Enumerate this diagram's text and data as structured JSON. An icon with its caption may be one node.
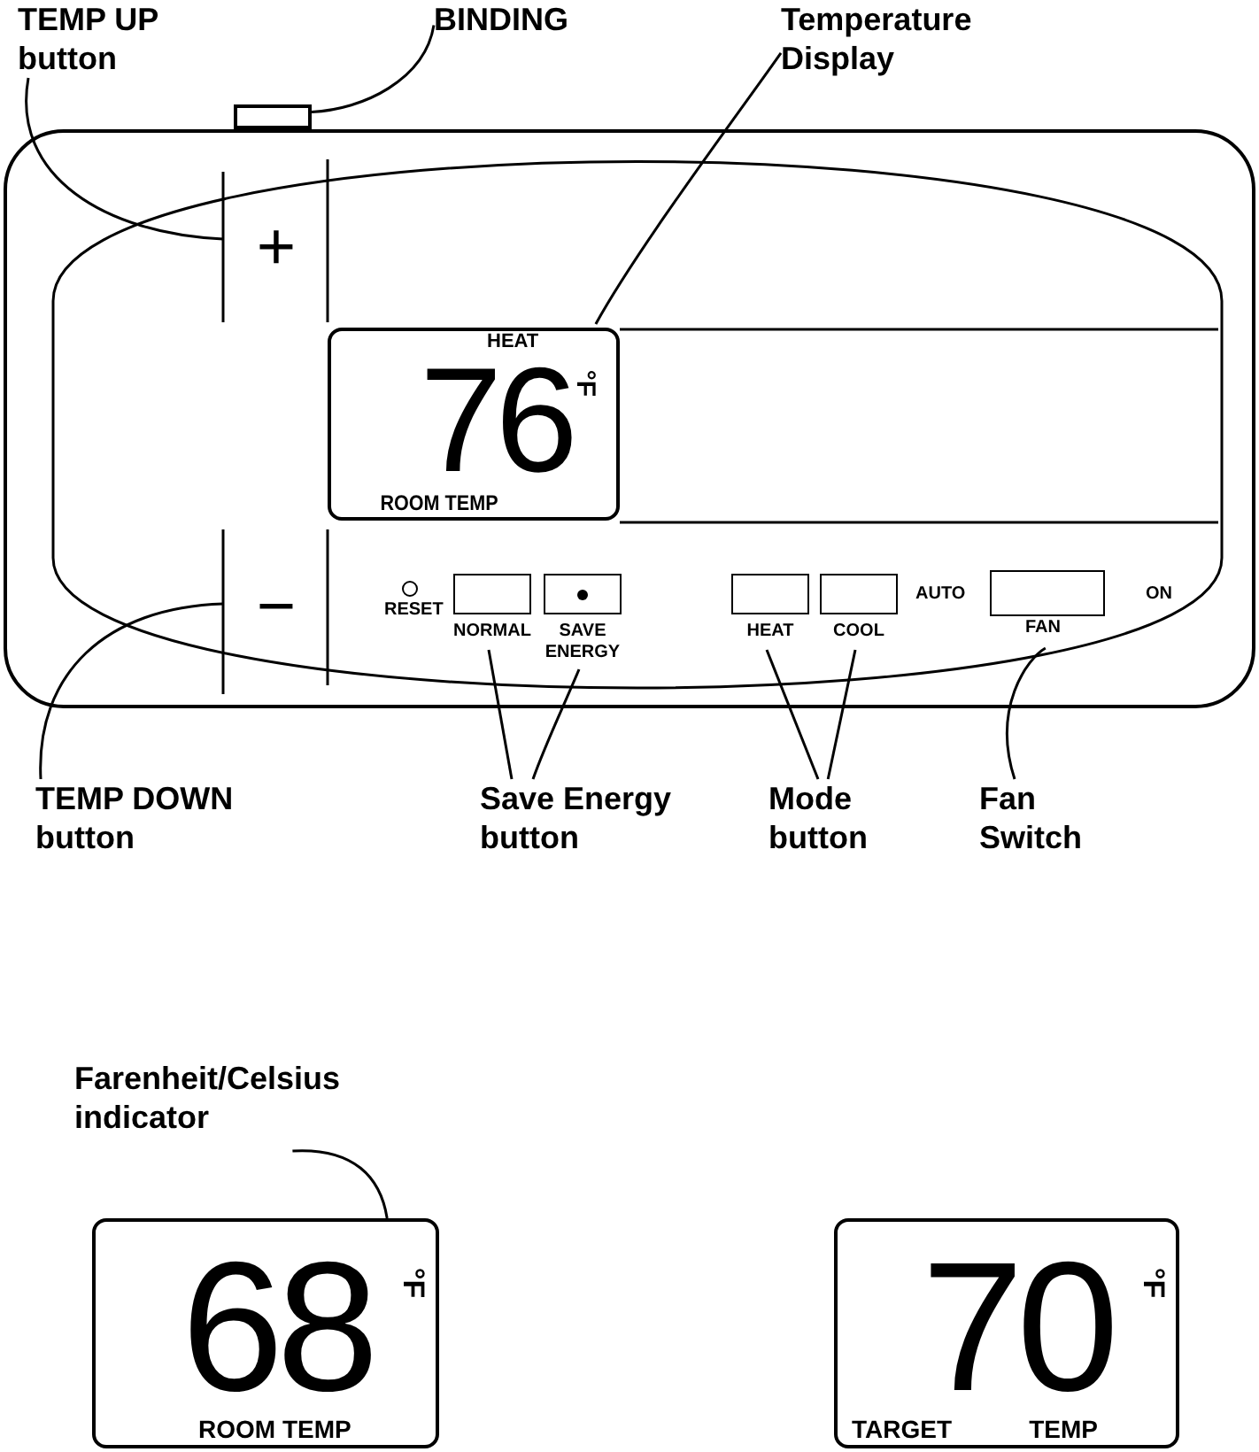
{
  "diagram": {
    "nodes": [
      {
        "text": [
          "TEMP UP button"
        ]
      },
      {
        "text": [
          "BINDING"
        ]
      },
      {
        "text": [
          "Temperature Display"
        ]
      },
      {
        "text": [],
        "shape": "box"
      },
      {
        "text": [],
        "shape": "box"
      },
      {
        "text": [
          "+"
        ],
        "in": 3
      },
      {
        "text": [
          "HEAT",
          "76",
          "°F",
          "ROOM TEMP"
        ],
        "in": 3
      },
      {
        "text": [
          "−"
        ],
        "in": 3
      },
      {
        "text": [],
        "shape": "circle",
        "in": 3,
        "beside": [
          "RESET"
        ]
      },
      {
        "text": [],
        "shape": "box",
        "in": 3,
        "beside": [
          "NORMAL"
        ]
      },
      {
        "text": [],
        "shape": "box",
        "in": 3,
        "beside": [
          "SAVE ENERGY"
        ]
      },
      {
        "text": [],
        "shape": "box",
        "in": 3,
        "beside": [
          "HEAT"
        ]
      },
      {
        "text": [],
        "shape": "box",
        "in": 3,
        "beside": [
          "COOL"
        ]
      },
      {
        "text": [],
        "shape": "box",
        "in": 3,
        "beside": [
          "AUTO",
          "ON",
          "FAN"
        ]
      },
      {
        "text": [
          "TEMP DOWN button"
        ]
      },
      {
        "text": [
          "Save Energy button"
        ]
      },
      {
        "text": [
          "Mode button"
        ]
      },
      {
        "text": [
          "Fan Switch"
        ]
      },
      {
        "text": [
          "Farenheit/Celsius indicator"
        ]
      },
      {
        "text": [
          "68",
          "°F",
          "ROOM TEMP"
        ]
      },
      {
        "text": [
          "70",
          "°F",
          "TARGET",
          "TEMP"
        ]
      }
    ],
    "edges": [
      {
        "from": 0,
        "to": 5,
        "arrow": "none"
      },
      {
        "from": 1,
        "to": 4,
        "arrow": "none"
      },
      {
        "from": 2,
        "to": 6,
        "arrow": "none"
      },
      {
        "from": 14,
        "to": 7,
        "arrow": "none"
      },
      {
        "from": 15,
        "to": 9,
        "arrow": "none"
      },
      {
        "from": 15,
        "to": 10,
        "arrow": "none"
      },
      {
        "from": 16,
        "to": 11,
        "arrow": "none"
      },
      {
        "from": 16,
        "to": 12,
        "arrow": "none"
      },
      {
        "from": 17,
        "to": 13,
        "arrow": "none"
      },
      {
        "from": 18,
        "to": 19,
        "arrow": "none"
      }
    ]
  }
}
